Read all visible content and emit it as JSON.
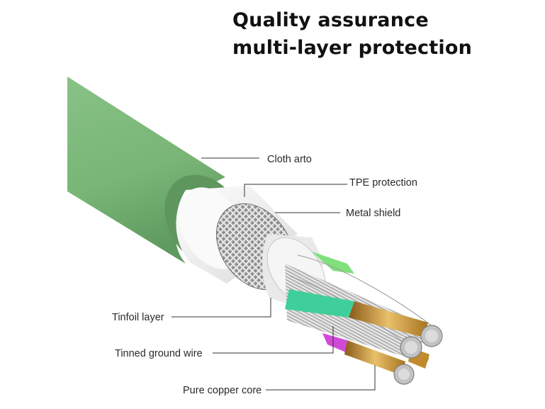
{
  "title": {
    "line1": "Quality assurance",
    "line2": "multi-layer protection"
  },
  "callouts": {
    "cloth_arto": "Cloth arto",
    "tpe_protection": "TPE protection",
    "metal_shield": "Metal shield",
    "tinfoil_layer": "Tinfoil layer",
    "tinned_ground_wire": "Tinned ground wire",
    "pure_copper_core": "Pure copper core"
  },
  "colors": {
    "outer_jacket": "#7fba7d",
    "tpe": "#f4f4f4",
    "metal_shield": "#a9a9a9",
    "tinfoil": "#e6e6e6",
    "ground_wire": "#c6c6c6",
    "copper": "#c99a3e",
    "green_insulation": "#3fcf9a",
    "lime_insulation": "#7fe07c",
    "magenta_insulation": "#d04ad8"
  }
}
